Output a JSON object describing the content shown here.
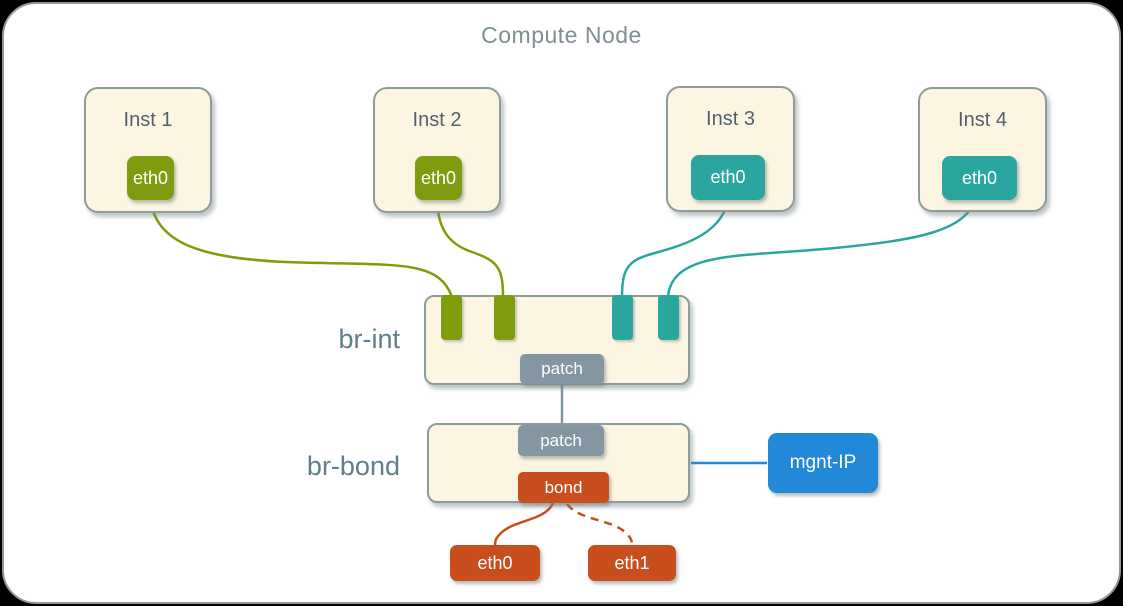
{
  "title": "Compute Node",
  "instances": [
    {
      "label": "Inst 1",
      "nic": "eth0",
      "color": "green"
    },
    {
      "label": "Inst 2",
      "nic": "eth0",
      "color": "green"
    },
    {
      "label": "Inst 3",
      "nic": "eth0",
      "color": "teal"
    },
    {
      "label": "Inst 4",
      "nic": "eth0",
      "color": "teal"
    }
  ],
  "br_int": {
    "label": "br-int",
    "patch": "patch"
  },
  "br_bond": {
    "label": "br-bond",
    "patch": "patch",
    "bond": "bond"
  },
  "mgnt_ip": {
    "label": "mgnt-IP"
  },
  "phys_nics": [
    {
      "label": "eth0",
      "link_style": "solid"
    },
    {
      "label": "eth1",
      "link_style": "dashed"
    }
  ],
  "connections": [
    {
      "from": "Inst 1 eth0",
      "to": "br-int port 1",
      "style": "solid",
      "color": "green"
    },
    {
      "from": "Inst 2 eth0",
      "to": "br-int port 2",
      "style": "solid",
      "color": "green"
    },
    {
      "from": "Inst 3 eth0",
      "to": "br-int port 3",
      "style": "solid",
      "color": "teal"
    },
    {
      "from": "Inst 4 eth0",
      "to": "br-int port 4",
      "style": "solid",
      "color": "teal"
    },
    {
      "from": "br-int patch",
      "to": "br-bond patch",
      "style": "solid",
      "color": "chip_gray"
    },
    {
      "from": "br-bond",
      "to": "mgnt-IP",
      "style": "solid",
      "color": "blue"
    },
    {
      "from": "bond",
      "to": "eth0",
      "style": "solid",
      "color": "orange"
    },
    {
      "from": "bond",
      "to": "eth1",
      "style": "dashed",
      "color": "orange"
    }
  ],
  "colors": {
    "green": "#7E9C0D",
    "teal": "#2BA69E",
    "orange": "#C94E1E",
    "blue": "#2288D8",
    "chip_gray": "#8496A2",
    "box_fill": "#FCF5E2",
    "box_border": "#8E9C9C",
    "bridge_label": "#617E8C",
    "title": "#7D9092",
    "inst_label": "#53616C"
  }
}
